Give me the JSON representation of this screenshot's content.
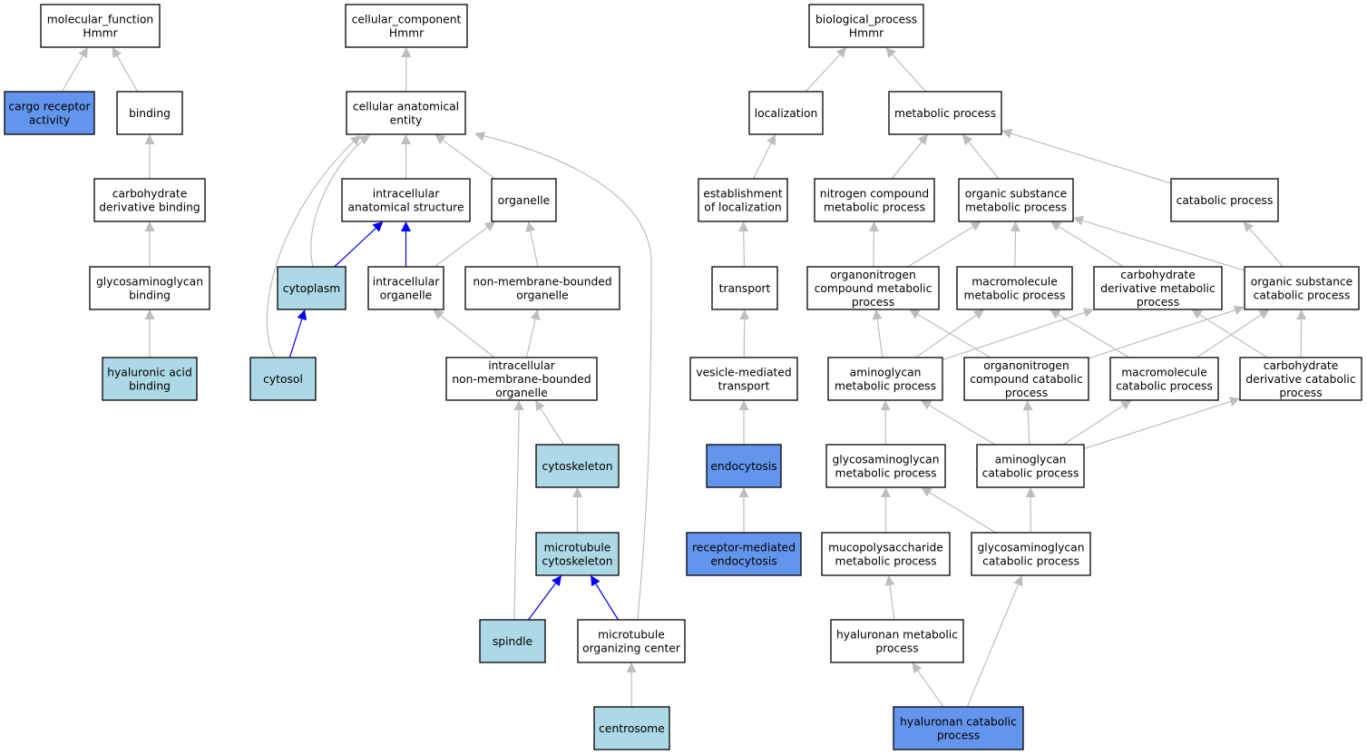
{
  "colors": {
    "default_fill": "#ffffff",
    "annotated_fill": "#add8e6",
    "highlight_fill": "#6495ed",
    "edge_gray": "#bebebe",
    "edge_blue": "#0000ff",
    "border": "#000000"
  },
  "nodes": [
    {
      "id": "mf_root",
      "lines": [
        "molecular_function",
        "Hmmr"
      ],
      "fill": "default"
    },
    {
      "id": "cargo_receptor",
      "lines": [
        "cargo receptor",
        "activity"
      ],
      "fill": "highlight"
    },
    {
      "id": "binding",
      "lines": [
        "binding"
      ],
      "fill": "default"
    },
    {
      "id": "carb_deriv_binding",
      "lines": [
        "carbohydrate",
        "derivative binding"
      ],
      "fill": "default"
    },
    {
      "id": "gag_binding",
      "lines": [
        "glycosaminoglycan",
        "binding"
      ],
      "fill": "default"
    },
    {
      "id": "ha_binding",
      "lines": [
        "hyaluronic acid",
        "binding"
      ],
      "fill": "annotated"
    },
    {
      "id": "cc_root",
      "lines": [
        "cellular_component",
        "Hmmr"
      ],
      "fill": "default"
    },
    {
      "id": "cae",
      "lines": [
        "cellular anatomical",
        "entity"
      ],
      "fill": "default"
    },
    {
      "id": "ias",
      "lines": [
        "intracellular",
        "anatomical structure"
      ],
      "fill": "default"
    },
    {
      "id": "organelle",
      "lines": [
        "organelle"
      ],
      "fill": "default"
    },
    {
      "id": "cytoplasm",
      "lines": [
        "cytoplasm"
      ],
      "fill": "annotated"
    },
    {
      "id": "intra_org",
      "lines": [
        "intracellular",
        "organelle"
      ],
      "fill": "default"
    },
    {
      "id": "nmbo",
      "lines": [
        "non-membrane-bounded",
        "organelle"
      ],
      "fill": "default"
    },
    {
      "id": "cytosol",
      "lines": [
        "cytosol"
      ],
      "fill": "annotated"
    },
    {
      "id": "inmbo",
      "lines": [
        "intracellular",
        "non-membrane-bounded",
        "organelle"
      ],
      "fill": "default"
    },
    {
      "id": "cytoskeleton",
      "lines": [
        "cytoskeleton"
      ],
      "fill": "annotated"
    },
    {
      "id": "mt_cytoskeleton",
      "lines": [
        "microtubule",
        "cytoskeleton"
      ],
      "fill": "annotated"
    },
    {
      "id": "spindle",
      "lines": [
        "spindle"
      ],
      "fill": "annotated"
    },
    {
      "id": "mtoc",
      "lines": [
        "microtubule",
        "organizing center"
      ],
      "fill": "default"
    },
    {
      "id": "centrosome",
      "lines": [
        "centrosome"
      ],
      "fill": "annotated"
    },
    {
      "id": "bp_root",
      "lines": [
        "biological_process",
        "Hmmr"
      ],
      "fill": "default"
    },
    {
      "id": "localization",
      "lines": [
        "localization"
      ],
      "fill": "default"
    },
    {
      "id": "metabolic",
      "lines": [
        "metabolic process"
      ],
      "fill": "default"
    },
    {
      "id": "est_loc",
      "lines": [
        "establishment",
        "of localization"
      ],
      "fill": "default"
    },
    {
      "id": "nitrogen",
      "lines": [
        "nitrogen compound",
        "metabolic process"
      ],
      "fill": "default"
    },
    {
      "id": "organic_sub",
      "lines": [
        "organic substance",
        "metabolic process"
      ],
      "fill": "default"
    },
    {
      "id": "catabolic",
      "lines": [
        "catabolic process"
      ],
      "fill": "default"
    },
    {
      "id": "transport",
      "lines": [
        "transport"
      ],
      "fill": "default"
    },
    {
      "id": "organonitrogen_met",
      "lines": [
        "organonitrogen",
        "compound metabolic",
        "process"
      ],
      "fill": "default"
    },
    {
      "id": "macromol_met",
      "lines": [
        "macromolecule",
        "metabolic process"
      ],
      "fill": "default"
    },
    {
      "id": "carb_deriv_met",
      "lines": [
        "carbohydrate",
        "derivative metabolic",
        "process"
      ],
      "fill": "default"
    },
    {
      "id": "org_sub_cat",
      "lines": [
        "organic substance",
        "catabolic process"
      ],
      "fill": "default"
    },
    {
      "id": "vesicle",
      "lines": [
        "vesicle-mediated",
        "transport"
      ],
      "fill": "default"
    },
    {
      "id": "aminoglycan_met",
      "lines": [
        "aminoglycan",
        "metabolic process"
      ],
      "fill": "default"
    },
    {
      "id": "organonitrogen_cat",
      "lines": [
        "organonitrogen",
        "compound catabolic",
        "process"
      ],
      "fill": "default"
    },
    {
      "id": "macromol_cat",
      "lines": [
        "macromolecule",
        "catabolic process"
      ],
      "fill": "default"
    },
    {
      "id": "carb_deriv_cat",
      "lines": [
        "carbohydrate",
        "derivative catabolic",
        "process"
      ],
      "fill": "default"
    },
    {
      "id": "endocytosis",
      "lines": [
        "endocytosis"
      ],
      "fill": "highlight"
    },
    {
      "id": "gag_met",
      "lines": [
        "glycosaminoglycan",
        "metabolic process"
      ],
      "fill": "default"
    },
    {
      "id": "aminoglycan_cat",
      "lines": [
        "aminoglycan",
        "catabolic process"
      ],
      "fill": "default"
    },
    {
      "id": "rme",
      "lines": [
        "receptor-mediated",
        "endocytosis"
      ],
      "fill": "highlight"
    },
    {
      "id": "mucopoly",
      "lines": [
        "mucopolysaccharide",
        "metabolic process"
      ],
      "fill": "default"
    },
    {
      "id": "gag_cat",
      "lines": [
        "glycosaminoglycan",
        "catabolic process"
      ],
      "fill": "default"
    },
    {
      "id": "hyaluronan_met",
      "lines": [
        "hyaluronan metabolic",
        "process"
      ],
      "fill": "default"
    },
    {
      "id": "hyaluronan_cat",
      "lines": [
        "hyaluronan catabolic",
        "process"
      ],
      "fill": "highlight"
    }
  ],
  "edges": [
    {
      "from": "cargo_receptor",
      "to": "mf_root",
      "color": "gray"
    },
    {
      "from": "binding",
      "to": "mf_root",
      "color": "gray"
    },
    {
      "from": "carb_deriv_binding",
      "to": "binding",
      "color": "gray"
    },
    {
      "from": "gag_binding",
      "to": "carb_deriv_binding",
      "color": "gray"
    },
    {
      "from": "ha_binding",
      "to": "gag_binding",
      "color": "gray"
    },
    {
      "from": "cae",
      "to": "cc_root",
      "color": "gray"
    },
    {
      "from": "ias",
      "to": "cae",
      "color": "gray"
    },
    {
      "from": "organelle",
      "to": "cae",
      "color": "gray"
    },
    {
      "from": "cytoplasm",
      "to": "cae",
      "color": "gray"
    },
    {
      "from": "cytosol",
      "to": "cae",
      "color": "gray"
    },
    {
      "from": "mtoc",
      "to": "cae",
      "color": "gray"
    },
    {
      "from": "cytoplasm",
      "to": "ias",
      "color": "blue"
    },
    {
      "from": "intra_org",
      "to": "ias",
      "color": "blue"
    },
    {
      "from": "intra_org",
      "to": "organelle",
      "color": "gray"
    },
    {
      "from": "nmbo",
      "to": "organelle",
      "color": "gray"
    },
    {
      "from": "cytosol",
      "to": "cytoplasm",
      "color": "blue"
    },
    {
      "from": "inmbo",
      "to": "intra_org",
      "color": "gray"
    },
    {
      "from": "inmbo",
      "to": "nmbo",
      "color": "gray"
    },
    {
      "from": "cytoskeleton",
      "to": "inmbo",
      "color": "gray"
    },
    {
      "from": "spindle",
      "to": "inmbo",
      "color": "gray"
    },
    {
      "from": "mt_cytoskeleton",
      "to": "cytoskeleton",
      "color": "gray"
    },
    {
      "from": "spindle",
      "to": "mt_cytoskeleton",
      "color": "blue"
    },
    {
      "from": "mtoc",
      "to": "mt_cytoskeleton",
      "color": "blue"
    },
    {
      "from": "centrosome",
      "to": "mtoc",
      "color": "gray"
    },
    {
      "from": "localization",
      "to": "bp_root",
      "color": "gray"
    },
    {
      "from": "metabolic",
      "to": "bp_root",
      "color": "gray"
    },
    {
      "from": "est_loc",
      "to": "localization",
      "color": "gray"
    },
    {
      "from": "nitrogen",
      "to": "metabolic",
      "color": "gray"
    },
    {
      "from": "organic_sub",
      "to": "metabolic",
      "color": "gray"
    },
    {
      "from": "catabolic",
      "to": "metabolic",
      "color": "gray"
    },
    {
      "from": "transport",
      "to": "est_loc",
      "color": "gray"
    },
    {
      "from": "organonitrogen_met",
      "to": "nitrogen",
      "color": "gray"
    },
    {
      "from": "organonitrogen_met",
      "to": "organic_sub",
      "color": "gray"
    },
    {
      "from": "macromol_met",
      "to": "organic_sub",
      "color": "gray"
    },
    {
      "from": "carb_deriv_met",
      "to": "organic_sub",
      "color": "gray"
    },
    {
      "from": "org_sub_cat",
      "to": "organic_sub",
      "color": "gray"
    },
    {
      "from": "org_sub_cat",
      "to": "catabolic",
      "color": "gray"
    },
    {
      "from": "vesicle",
      "to": "transport",
      "color": "gray"
    },
    {
      "from": "aminoglycan_met",
      "to": "organonitrogen_met",
      "color": "gray"
    },
    {
      "from": "aminoglycan_met",
      "to": "macromol_met",
      "color": "gray"
    },
    {
      "from": "aminoglycan_met",
      "to": "carb_deriv_met",
      "color": "gray"
    },
    {
      "from": "organonitrogen_cat",
      "to": "organonitrogen_met",
      "color": "gray"
    },
    {
      "from": "organonitrogen_cat",
      "to": "org_sub_cat",
      "color": "gray"
    },
    {
      "from": "macromol_cat",
      "to": "macromol_met",
      "color": "gray"
    },
    {
      "from": "macromol_cat",
      "to": "org_sub_cat",
      "color": "gray"
    },
    {
      "from": "carb_deriv_cat",
      "to": "carb_deriv_met",
      "color": "gray"
    },
    {
      "from": "carb_deriv_cat",
      "to": "org_sub_cat",
      "color": "gray"
    },
    {
      "from": "endocytosis",
      "to": "vesicle",
      "color": "gray"
    },
    {
      "from": "gag_met",
      "to": "aminoglycan_met",
      "color": "gray"
    },
    {
      "from": "aminoglycan_cat",
      "to": "aminoglycan_met",
      "color": "gray"
    },
    {
      "from": "aminoglycan_cat",
      "to": "organonitrogen_cat",
      "color": "gray"
    },
    {
      "from": "aminoglycan_cat",
      "to": "macromol_cat",
      "color": "gray"
    },
    {
      "from": "aminoglycan_cat",
      "to": "carb_deriv_cat",
      "color": "gray"
    },
    {
      "from": "rme",
      "to": "endocytosis",
      "color": "gray"
    },
    {
      "from": "mucopoly",
      "to": "gag_met",
      "color": "gray"
    },
    {
      "from": "gag_cat",
      "to": "gag_met",
      "color": "gray"
    },
    {
      "from": "gag_cat",
      "to": "aminoglycan_cat",
      "color": "gray"
    },
    {
      "from": "hyaluronan_met",
      "to": "mucopoly",
      "color": "gray"
    },
    {
      "from": "hyaluronan_cat",
      "to": "hyaluronan_met",
      "color": "gray"
    },
    {
      "from": "hyaluronan_cat",
      "to": "gag_cat",
      "color": "gray"
    }
  ]
}
